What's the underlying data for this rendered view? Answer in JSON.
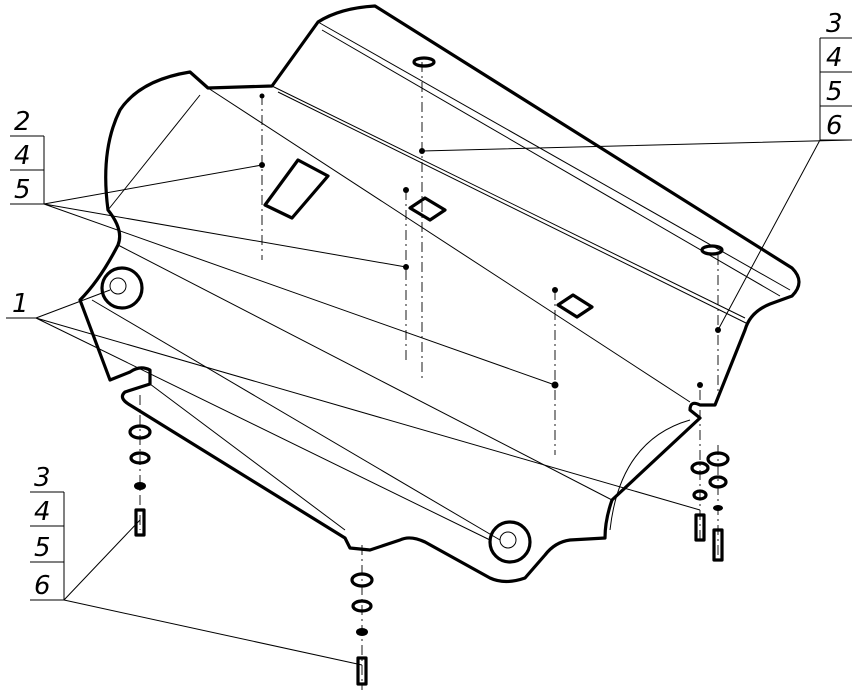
{
  "callouts": {
    "top_right": [
      "3",
      "4",
      "5",
      "6"
    ],
    "left_upper": [
      "2",
      "4",
      "5"
    ],
    "left_part": [
      "1"
    ],
    "bottom_left": [
      "3",
      "4",
      "5",
      "6"
    ]
  },
  "colors": {
    "ink": "#000000",
    "background": "#ffffff"
  }
}
